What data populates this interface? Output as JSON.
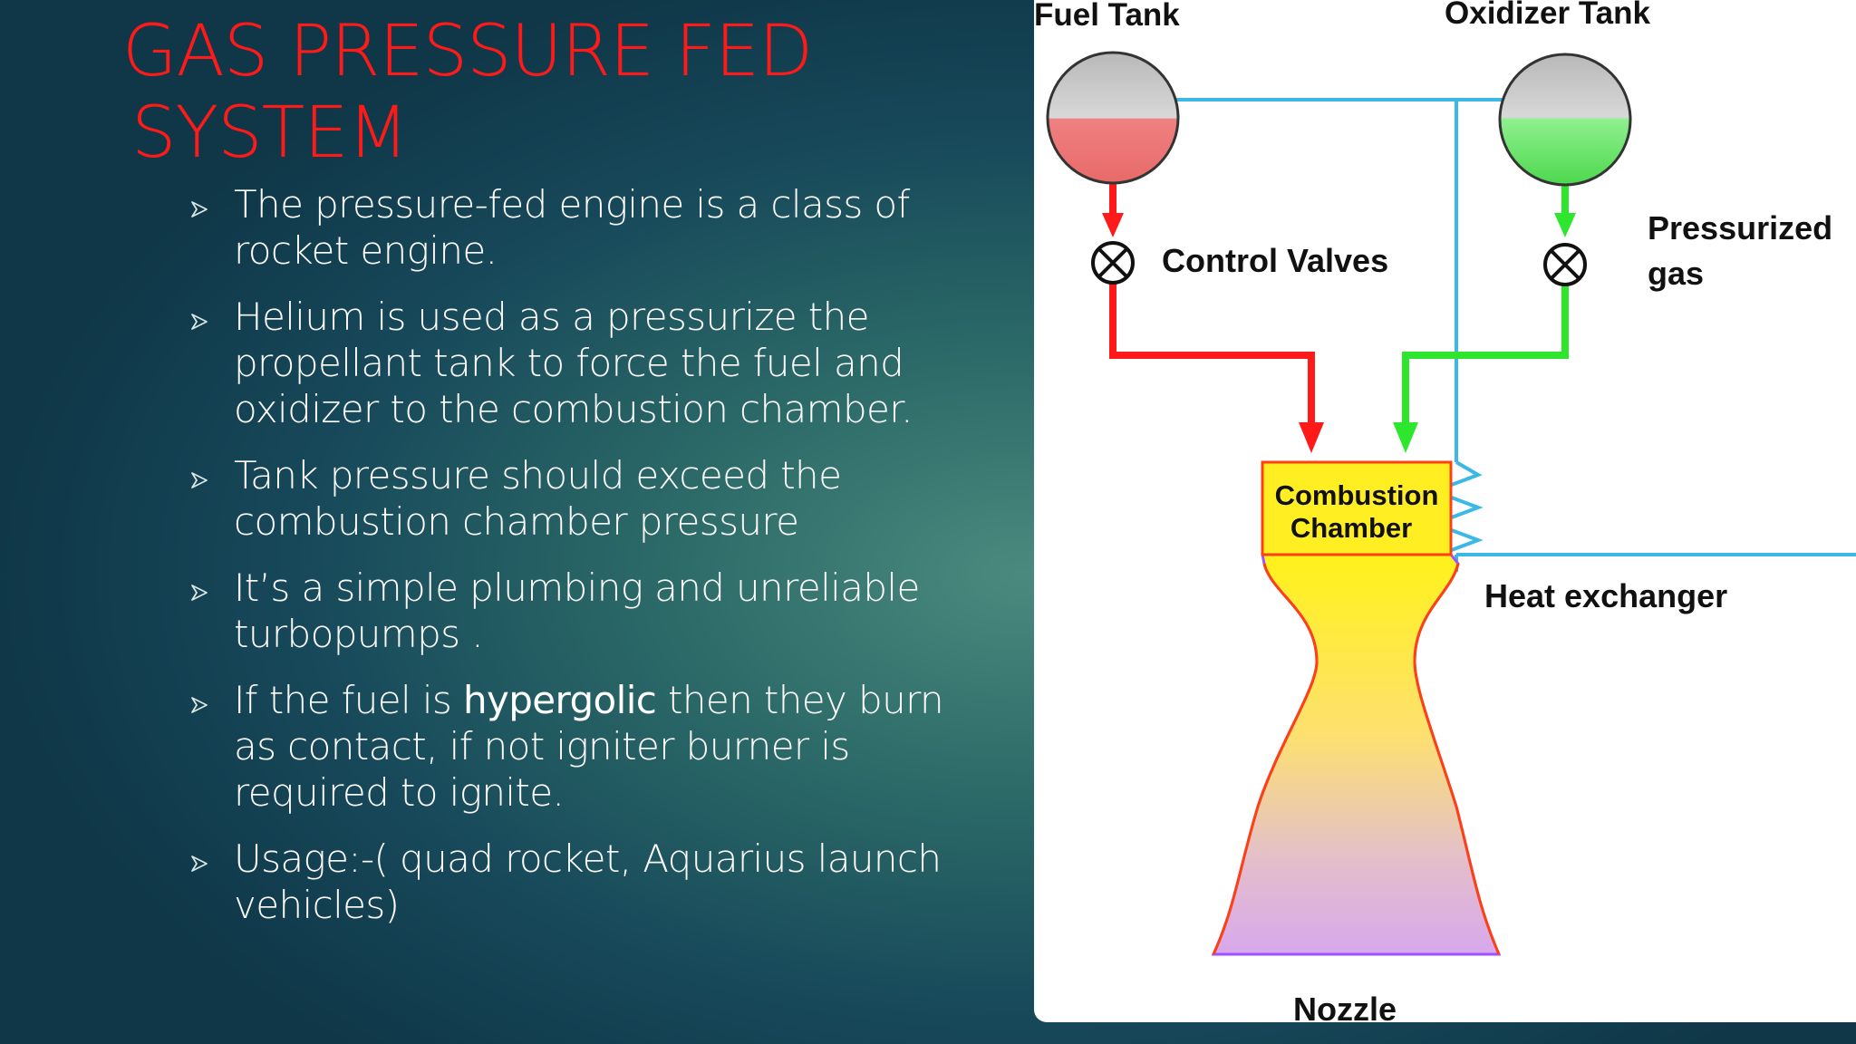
{
  "slide": {
    "title_line1": "GAS PRESSURE FED",
    "title_line2": "SYSTEM",
    "bullets": [
      {
        "text": "The pressure-fed engine is a class of rocket engine."
      },
      {
        "text": "Helium is used as a pressurize the propellant tank to force the fuel and oxidizer to the combustion chamber."
      },
      {
        "text": "Tank pressure should exceed the combustion chamber pressure"
      },
      {
        "text": "It’s a simple plumbing and unreliable turbopumps ."
      },
      {
        "pre": "If the fuel is ",
        "bold": "hypergolic",
        "post": " then they burn as contact, if not igniter burner is required to ignite."
      },
      {
        "text": "Usage:-( quad rocket, Aquarius launch vehicles)"
      }
    ]
  },
  "diagram": {
    "fuel_tank": "Fuel Tank",
    "oxidizer_tank": "Oxidizer Tank",
    "control_valves": "Control Valves",
    "pressurized_line1": "Pressurized",
    "pressurized_line2": "gas",
    "combustion_line1": "Combustion",
    "combustion_line2": "Chamber",
    "heat_exchanger": "Heat exchanger",
    "nozzle": "Nozzle"
  },
  "colors": {
    "title": "#ff1a1a",
    "fuel_line": "#ff1a1a",
    "oxidizer_line": "#2ee62e",
    "gas_line": "#3bb8e6",
    "chamber": "#ffee22"
  }
}
